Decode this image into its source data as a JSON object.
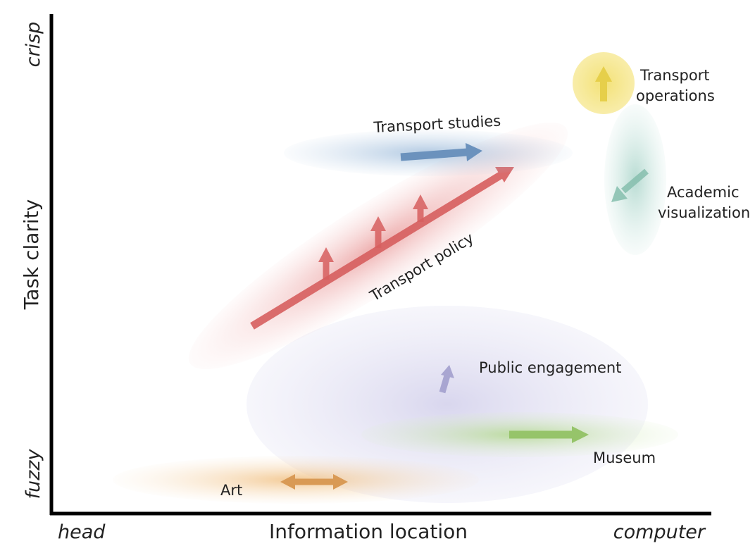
{
  "axes": {
    "y_title": "Task clarity",
    "y_top": "crisp",
    "y_bottom": "fuzzy",
    "x_title": "Information location",
    "x_left": "head",
    "x_right": "computer"
  },
  "regions": [
    {
      "id": "transport-operations",
      "label_lines": [
        "Transport",
        "operations"
      ],
      "color": "#f3e27a"
    },
    {
      "id": "transport-studies",
      "label_lines": [
        "Transport studies"
      ],
      "color": "#7fa8cf"
    },
    {
      "id": "academic-visualization",
      "label_lines": [
        "Academic",
        "visualization"
      ],
      "color": "#9bcfc2"
    },
    {
      "id": "transport-policy",
      "label_lines": [
        "Transport policy"
      ],
      "color": "#e07b7b"
    },
    {
      "id": "public-engagement",
      "label_lines": [
        "Public engagement"
      ],
      "color": "#c9c9ea"
    },
    {
      "id": "museum",
      "label_lines": [
        "Museum"
      ],
      "color": "#b7dc8f"
    },
    {
      "id": "art",
      "label_lines": [
        "Art"
      ],
      "color": "#f0c48e"
    }
  ]
}
